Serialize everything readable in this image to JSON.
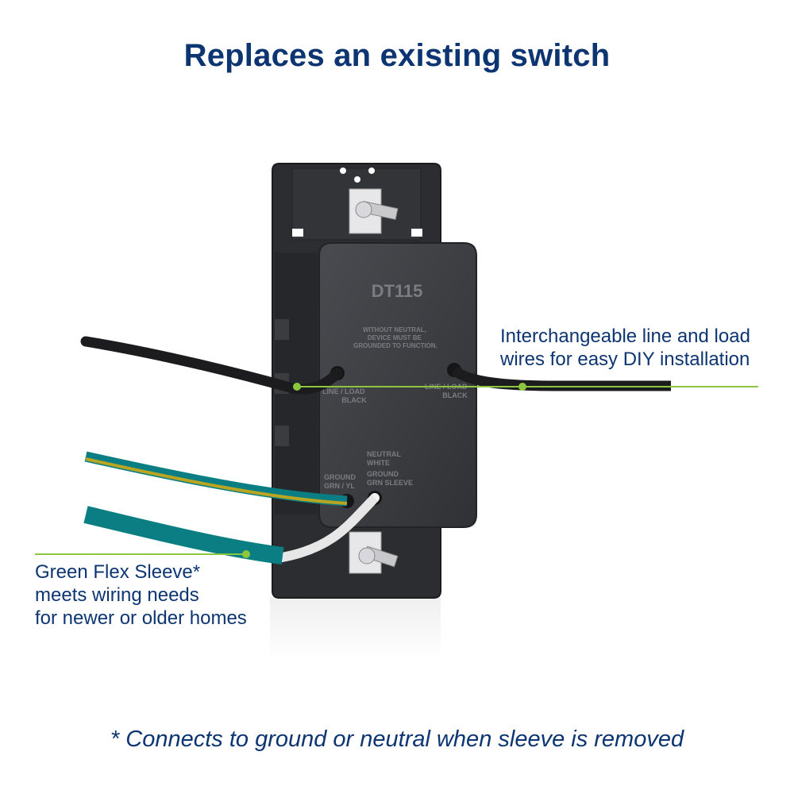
{
  "title": "Replaces an existing switch",
  "device": {
    "model": "DT115",
    "warning_lines": [
      "WITHOUT NEUTRAL,",
      "DEVICE MUST BE",
      "GROUNDED TO FUNCTION."
    ],
    "terminal_left_lines": [
      "LINE / LOAD",
      "BLACK"
    ],
    "terminal_right_lines": [
      "LINE / LOAD",
      "BLACK"
    ],
    "neutral_lines": [
      "NEUTRAL",
      "WHITE"
    ],
    "ground_sleeve_lines": [
      "GROUND",
      "GRN SLEEVE"
    ],
    "ground_lines": [
      "GROUND",
      "GRN / YL"
    ]
  },
  "callouts": {
    "right_lines": [
      "Interchangeable line and load",
      "wires for easy DIY installation"
    ],
    "left_lines": [
      "Green Flex Sleeve*",
      "meets wiring needs",
      "for newer or older homes"
    ]
  },
  "footnote": "* Connects to ground or neutral when sleeve is removed",
  "colors": {
    "text_navy": "#0d3572",
    "callout_line_green": "#8cc63f",
    "device_body": "#3a3b3f",
    "wire_black": "#1c1c1e",
    "wire_teal": "#0a7e82",
    "wire_yellow_stripe": "#b9a521",
    "wire_white": "#f4f4f4"
  }
}
